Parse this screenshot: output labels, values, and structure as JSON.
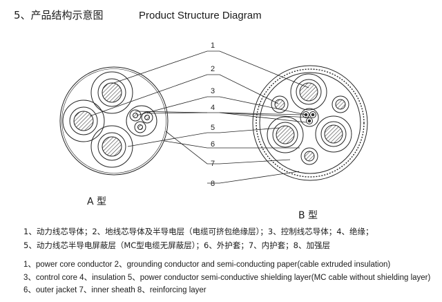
{
  "header": {
    "title_cn": "5、产品结构示意图",
    "title_en": "Product Structure Diagram"
  },
  "diagram": {
    "callouts": [
      "1",
      "2",
      "3",
      "4",
      "5",
      "6",
      "7",
      "8"
    ],
    "type_a_label": "A 型",
    "type_b_label": "B 型"
  },
  "legend_cn": [
    "1、动力线芯导体；2、地线芯导体及半导电层（电缆可挤包绝缘层）；3、控制线芯导体；4、绝缘；",
    "5、动力线芯半导电屏蔽层（MC型电缆无屏蔽层）；6、外护套；7、内护套；8、加强层"
  ],
  "legend_en": [
    "1、power core conductor  2、grounding conductor and semi-conducting paper(cable extruded insulation)",
    "3、control core  4、insulation  5、power conductor semi-conductive shielding layer(MC cable without shielding layer)",
    "6、outer jacket  7、inner sheath  8、reinforcing layer"
  ]
}
